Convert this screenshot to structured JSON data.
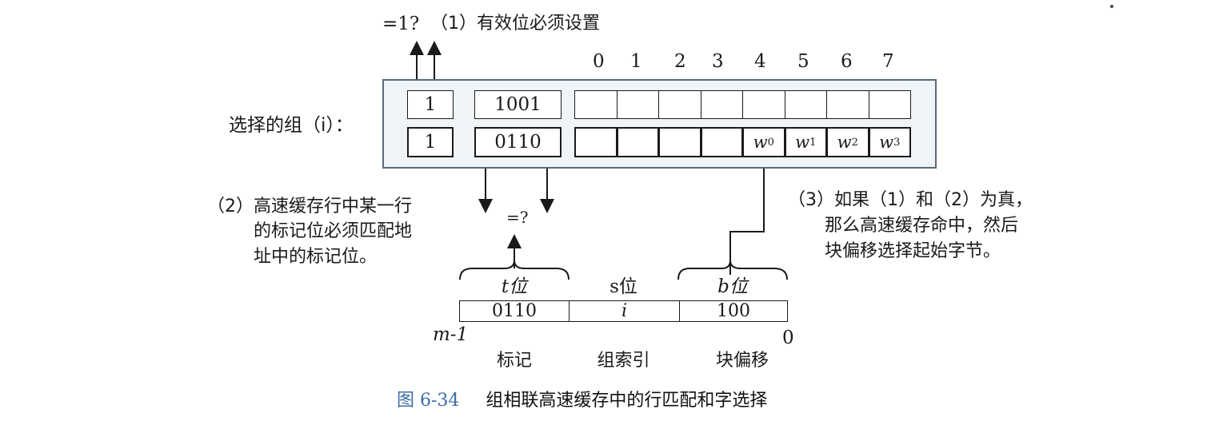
{
  "annotations": {
    "valid_check": "=1?",
    "step1": "（1）有效位必须设置",
    "selected_set": "选择的组（i）：",
    "step2_lines": [
      "（2）高速缓存行中某一行",
      "的标记位必须匹配地",
      "址中的标记位。"
    ],
    "tag_compare": "=?",
    "step3_lines": [
      "（3）如果（1）和（2）为真，",
      "那么高速缓存命中，然后",
      "块偏移选择起始字节。"
    ]
  },
  "block_indices": [
    "0",
    "1",
    "2",
    "3",
    "4",
    "5",
    "6",
    "7"
  ],
  "cache_lines": [
    {
      "valid": "1",
      "tag": "1001",
      "words": [
        "",
        "",
        "",
        "",
        "",
        "",
        "",
        ""
      ]
    },
    {
      "valid": "1",
      "tag": "0110",
      "words": [
        "",
        "",
        "",
        "",
        "w0",
        "w1",
        "w2",
        "w3"
      ]
    }
  ],
  "address": {
    "field_labels": [
      "t位",
      "s位",
      "b位"
    ],
    "fields": [
      "0110",
      "i",
      "100"
    ],
    "msb_label": "m-1",
    "lsb_label": "0",
    "field_names": [
      "标记",
      "组索引",
      "块偏移"
    ]
  },
  "caption": {
    "number": "图 6-34",
    "title": "组相联高速缓存中的行匹配和字选择"
  }
}
